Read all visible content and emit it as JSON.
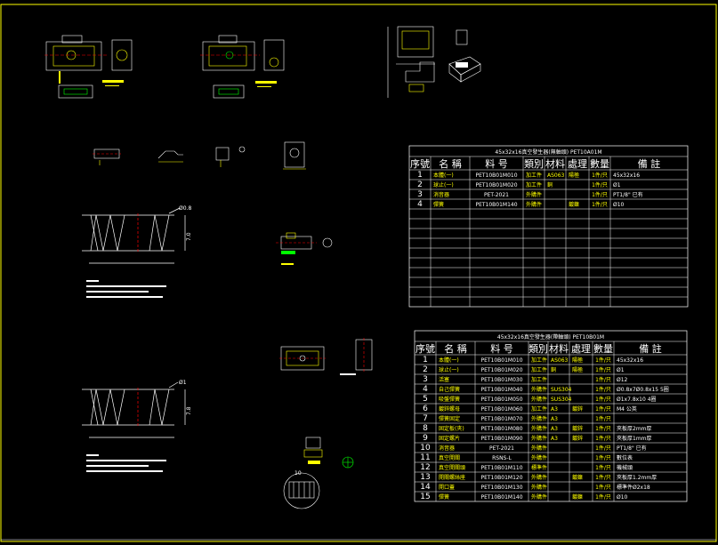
{
  "drawing": {
    "background": "#000000",
    "frame_color": "#ffff00",
    "line_color": "#ffffff"
  },
  "dims": {
    "spring1_width": "Ø0.8",
    "spring1_height": "7.0",
    "spring2_width": "Ø1",
    "spring2_height": "7.8",
    "detail_label": "10"
  },
  "bom1": {
    "title": "45x32x16真空發生器(無軸頭) PET10A01M",
    "headers": [
      "序號",
      "名 稱",
      "料 号",
      "類別",
      "材料",
      "處理",
      "數量",
      "備  註"
    ],
    "rows": [
      [
        "1",
        "本體(一)",
        "PET10B01M010",
        "加工件",
        "AS063",
        "陽極",
        "1件/只",
        "45x32x16"
      ],
      [
        "2",
        "球止(一)",
        "PET10B01M020",
        "加工件",
        "銅",
        "",
        "1件/只",
        "Ø1"
      ],
      [
        "3",
        "消音器",
        "PET-2021",
        "外購件",
        "",
        "",
        "1件/只",
        "PT1/8\" 已有"
      ],
      [
        "4",
        "彈簧",
        "PET10B01M140",
        "外購件",
        "",
        "鍍鎳",
        "1件/只",
        "Ø10"
      ]
    ]
  },
  "bom2": {
    "title": "45x32x16真空發生器(帶軸頭) PET10B01M",
    "headers": [
      "序號",
      "名 稱",
      "料 号",
      "類別",
      "材料",
      "處理",
      "數量",
      "備  註"
    ],
    "rows": [
      [
        "1",
        "本體(一)",
        "PET10B01M010",
        "加工件",
        "AS063",
        "陽極",
        "1件/只",
        "45x32x16"
      ],
      [
        "2",
        "球止(一)",
        "PET10B01M020",
        "加工件",
        "銅",
        "陽極",
        "1件/只",
        "Ø1"
      ],
      [
        "3",
        "活塞",
        "PET10B01M030",
        "加工件",
        "",
        "",
        "1件/只",
        "Ø12"
      ],
      [
        "4",
        "自己彈簧",
        "PET10B01M040",
        "外購件",
        "SUS304",
        "",
        "1件/只",
        "Ø0.8x7Ø0.8x15 5圈"
      ],
      [
        "5",
        "吸盤彈簧",
        "PET10B01M050",
        "外購件",
        "SUS304",
        "",
        "1件/只",
        "Ø1x7.8x10 4圈"
      ],
      [
        "6",
        "鍍鋅螺母",
        "PET10B01M060",
        "加工件",
        "A3",
        "鍍鋅",
        "1件/只",
        "M4 公英"
      ],
      [
        "7",
        "彈簧固定",
        "PET10B01M070",
        "外購件",
        "A3",
        "",
        "1件/只",
        ""
      ],
      [
        "8",
        "固定板(夾)",
        "PET10B01M080",
        "外購件",
        "A3",
        "鍍鋅",
        "1件/只",
        "夾板厚2mm厚"
      ],
      [
        "9",
        "固定螺片",
        "PET10B01M090",
        "外購件",
        "A3",
        "鍍鋅",
        "1件/只",
        "夾板厚1mm厚"
      ],
      [
        "10",
        "消音器",
        "PET-2021",
        "外購件",
        "",
        "",
        "1件/只",
        "PT1/8\" 已有"
      ],
      [
        "11",
        "真空開關",
        "RSNS-L",
        "外購件",
        "",
        "",
        "1件/只",
        "數位表"
      ],
      [
        "12",
        "真空開關頭",
        "PET10B01M110",
        "標準件",
        "",
        "",
        "1件/只",
        "機械頭"
      ],
      [
        "13",
        "開關螺絲座",
        "PET10B01M120",
        "外購件",
        "",
        "鍍鎳",
        "1件/只",
        "夾板厚1.2mm厚"
      ],
      [
        "14",
        "開口蓋",
        "PET10B01M130",
        "外購件",
        "",
        "",
        "1件/只",
        "標準件Ø2x18"
      ],
      [
        "15",
        "彈簧",
        "PET10B01M140",
        "外購件",
        "",
        "鍍鎳",
        "1件/只",
        "Ø10"
      ]
    ]
  }
}
